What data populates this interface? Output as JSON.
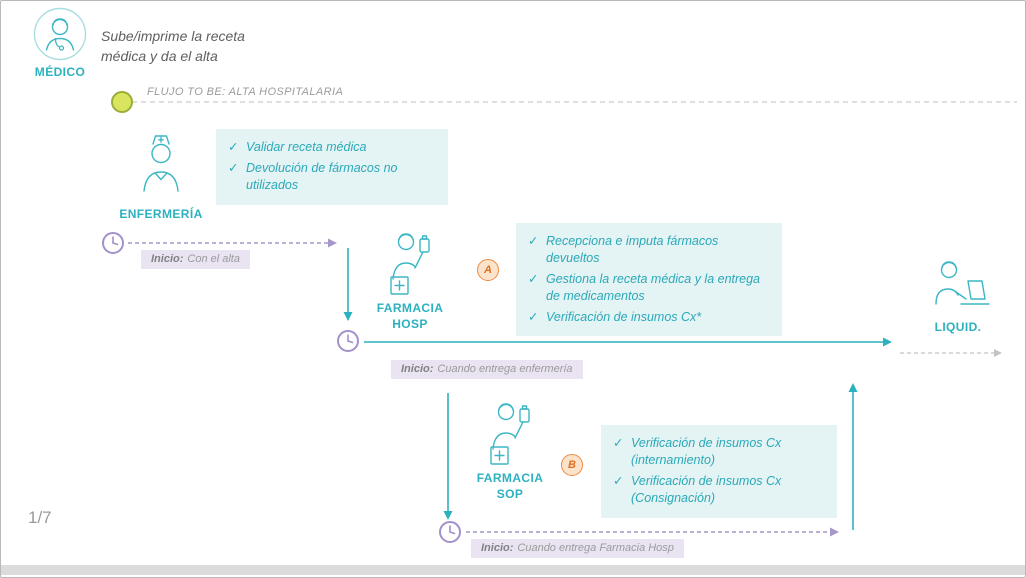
{
  "icons": {
    "check": "✓"
  },
  "colors": {
    "teal": "#2cb1bf",
    "teal_box_bg": "#e4f3f4",
    "purple": "#a391c9",
    "purple_box_bg": "#eae3f2",
    "orange": "#ee8a40",
    "orange_badge_bg": "#fce3cc",
    "start_node_green": "#d9e45f",
    "gray_text": "#9b9b9b"
  },
  "header": {
    "medico_label": "MÉDICO",
    "medico_action": "Sube/imprime la receta médica y da el alta",
    "flow_title": "FLUJO TO BE: ALTA HOSPITALARIA"
  },
  "enfermeria": {
    "label": "ENFERMERÍA",
    "tasks": [
      "Validar receta médica",
      "Devolución de fármacos no utilizados"
    ],
    "inicio_prefix": "Inicio:",
    "inicio_text": "Con el alta"
  },
  "farmacia_hosp": {
    "label": "FARMACIA HOSP",
    "badge": "A",
    "tasks": [
      "Recepciona e imputa fármacos devueltos",
      "Gestiona la receta médica y la entrega de medicamentos",
      "Verificación de insumos Cx*"
    ],
    "inicio_prefix": "Inicio:",
    "inicio_text": "Cuando entrega enfermería"
  },
  "farmacia_sop": {
    "label": "FARMACIA SOP",
    "badge": "B",
    "tasks": [
      "Verificación de insumos Cx (internamiento)",
      "Verificación de insumos Cx (Consignación)"
    ],
    "inicio_prefix": "Inicio:",
    "inicio_text": "Cuando entrega Farmacia Hosp"
  },
  "liquidacion": {
    "label": "LIQUID."
  },
  "footer": {
    "page_number": "1/7"
  }
}
